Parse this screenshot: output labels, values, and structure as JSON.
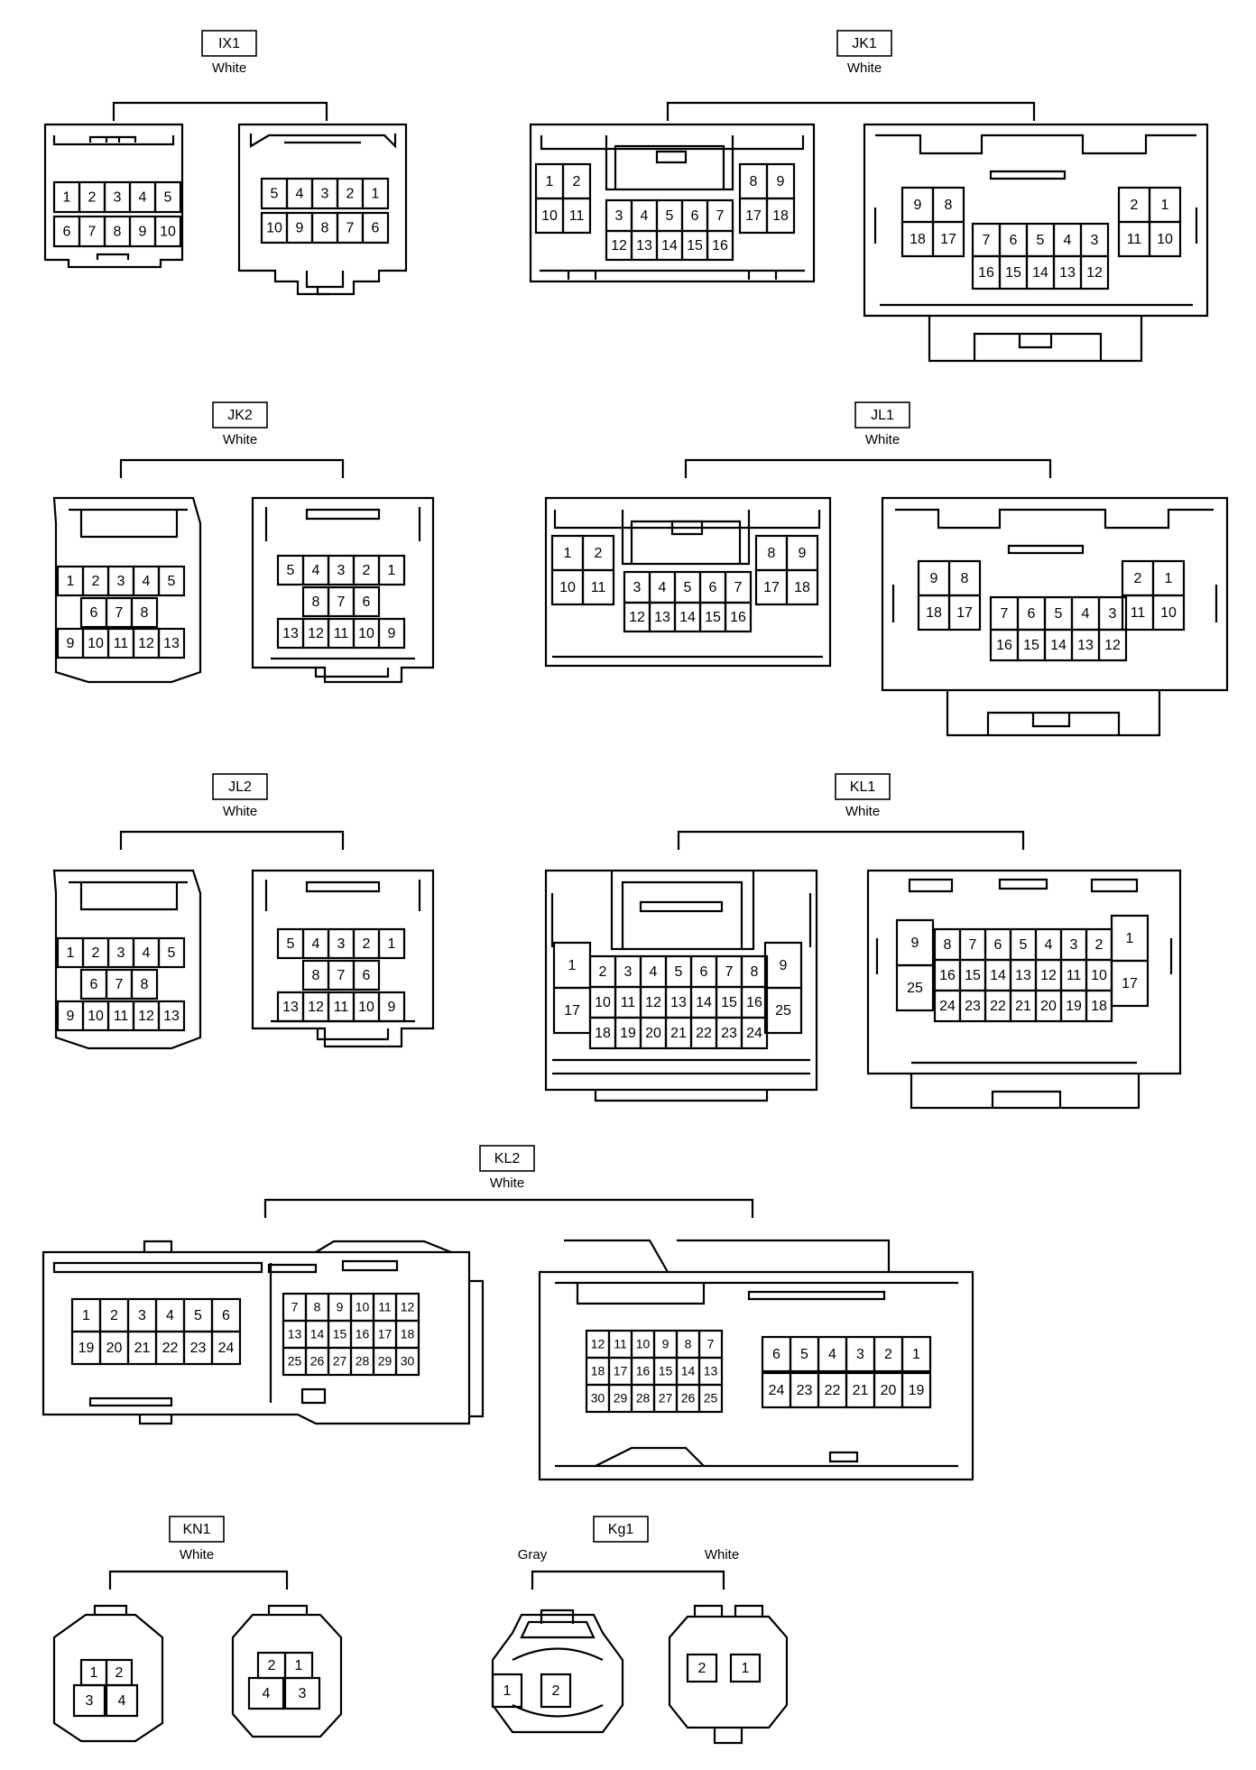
{
  "diagram": {
    "connectors": [
      {
        "id": "IX1",
        "colors": [
          "White"
        ],
        "views": [
          {
            "rows": [
              [
                "1",
                "2",
                "3",
                "4",
                "5"
              ],
              [
                "6",
                "7",
                "8",
                "9",
                "10"
              ]
            ]
          },
          {
            "rows": [
              [
                "5",
                "4",
                "3",
                "2",
                "1"
              ],
              [
                "10",
                "9",
                "8",
                "7",
                "6"
              ]
            ]
          }
        ]
      },
      {
        "id": "JK1",
        "colors": [
          "White"
        ],
        "views": [
          {
            "rows": [
              [
                "1",
                "2",
                "3",
                "4",
                "5",
                "6",
                "7",
                "8",
                "9"
              ],
              [
                "10",
                "11",
                "12",
                "13",
                "14",
                "15",
                "16",
                "17",
                "18"
              ]
            ]
          },
          {
            "rows": [
              [
                "9",
                "8",
                "7",
                "6",
                "5",
                "4",
                "3",
                "2",
                "1"
              ],
              [
                "18",
                "17",
                "16",
                "15",
                "14",
                "13",
                "12",
                "11",
                "10"
              ]
            ]
          }
        ]
      },
      {
        "id": "JK2",
        "colors": [
          "White"
        ],
        "views": [
          {
            "rows": [
              [
                "1",
                "2",
                "3",
                "4",
                "5"
              ],
              [
                "6",
                "7",
                "8"
              ],
              [
                "9",
                "10",
                "11",
                "12",
                "13"
              ]
            ]
          },
          {
            "rows": [
              [
                "5",
                "4",
                "3",
                "2",
                "1"
              ],
              [
                "8",
                "7",
                "6"
              ],
              [
                "13",
                "12",
                "11",
                "10",
                "9"
              ]
            ]
          }
        ]
      },
      {
        "id": "JL1",
        "colors": [
          "White"
        ],
        "views": [
          {
            "rows": [
              [
                "1",
                "2",
                "3",
                "4",
                "5",
                "6",
                "7",
                "8",
                "9"
              ],
              [
                "10",
                "11",
                "12",
                "13",
                "14",
                "15",
                "16",
                "17",
                "18"
              ]
            ]
          },
          {
            "rows": [
              [
                "9",
                "8",
                "7",
                "6",
                "5",
                "4",
                "3",
                "2",
                "1"
              ],
              [
                "18",
                "17",
                "16",
                "15",
                "14",
                "13",
                "12",
                "11",
                "10"
              ]
            ]
          }
        ]
      },
      {
        "id": "JL2",
        "colors": [
          "White"
        ],
        "views": [
          {
            "rows": [
              [
                "1",
                "2",
                "3",
                "4",
                "5"
              ],
              [
                "6",
                "7",
                "8"
              ],
              [
                "9",
                "10",
                "11",
                "12",
                "13"
              ]
            ]
          },
          {
            "rows": [
              [
                "5",
                "4",
                "3",
                "2",
                "1"
              ],
              [
                "8",
                "7",
                "6"
              ],
              [
                "13",
                "12",
                "11",
                "10",
                "9"
              ]
            ]
          }
        ]
      },
      {
        "id": "KL1",
        "colors": [
          "White"
        ],
        "views": [
          {
            "rows": [
              [
                "1",
                "2",
                "3",
                "4",
                "5",
                "6",
                "7",
                "8",
                "9"
              ],
              [
                "10",
                "11",
                "12",
                "13",
                "14",
                "15",
                "16"
              ],
              [
                "17",
                "18",
                "19",
                "20",
                "21",
                "22",
                "23",
                "24",
                "25"
              ]
            ]
          },
          {
            "rows": [
              [
                "9",
                "8",
                "7",
                "6",
                "5",
                "4",
                "3",
                "2",
                "1"
              ],
              [
                "16",
                "15",
                "14",
                "13",
                "12",
                "11",
                "10"
              ],
              [
                "25",
                "24",
                "23",
                "22",
                "21",
                "20",
                "19",
                "18",
                "17"
              ]
            ]
          }
        ]
      },
      {
        "id": "KL2",
        "colors": [
          "White"
        ],
        "views": [
          {
            "rows": [
              [
                "1",
                "2",
                "3",
                "4",
                "5",
                "6"
              ],
              [
                "19",
                "20",
                "21",
                "22",
                "23",
                "24"
              ],
              [
                "7",
                "8",
                "9",
                "10",
                "11",
                "12"
              ],
              [
                "13",
                "14",
                "15",
                "16",
                "17",
                "18"
              ],
              [
                "25",
                "26",
                "27",
                "28",
                "29",
                "30"
              ]
            ]
          },
          {
            "rows": [
              [
                "12",
                "11",
                "10",
                "9",
                "8",
                "7"
              ],
              [
                "18",
                "17",
                "16",
                "15",
                "14",
                "13"
              ],
              [
                "30",
                "29",
                "28",
                "27",
                "26",
                "25"
              ],
              [
                "6",
                "5",
                "4",
                "3",
                "2",
                "1"
              ],
              [
                "24",
                "23",
                "22",
                "21",
                "20",
                "19"
              ]
            ]
          }
        ]
      },
      {
        "id": "KN1",
        "colors": [
          "White"
        ],
        "views": [
          {
            "rows": [
              [
                "1",
                "2"
              ],
              [
                "3",
                "4"
              ]
            ]
          },
          {
            "rows": [
              [
                "2",
                "1"
              ],
              [
                "4",
                "3"
              ]
            ]
          }
        ]
      },
      {
        "id": "Kg1",
        "colors": [
          "Gray",
          "White"
        ],
        "views": [
          {
            "rows": [
              [
                "1",
                "2"
              ]
            ]
          },
          {
            "rows": [
              [
                "2",
                "1"
              ]
            ]
          }
        ]
      }
    ]
  }
}
